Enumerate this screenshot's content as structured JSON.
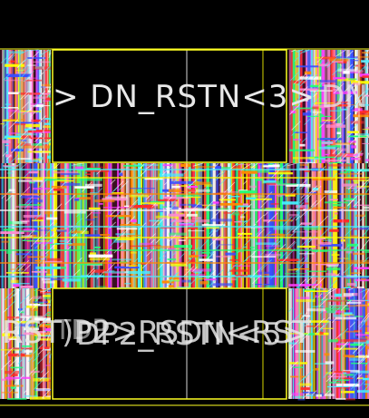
{
  "canvas": {
    "background": "#000000"
  },
  "colors": {
    "metal_red": "#ff2a2a",
    "metal_orange": "#ff8a00",
    "metal_yellow": "#ffff00",
    "metal_cyan": "#45f0ff",
    "metal_magenta": "#ff3cff",
    "metal_blue": "#3a4cff",
    "metal_green": "#22ff77",
    "metal_white": "#ffffff",
    "metal_pink": "#ff8ad2",
    "boundary": "#ffff22"
  },
  "labels": {
    "top_label": "> DN_RSTN<3>",
    "top_label_overlap": "DN",
    "bottom_label_a": "RST)P2>RSDN<RST",
    "bottom_label_b": "DP2_RSTN<5>",
    "bottom_label_overlap": "TDP"
  }
}
